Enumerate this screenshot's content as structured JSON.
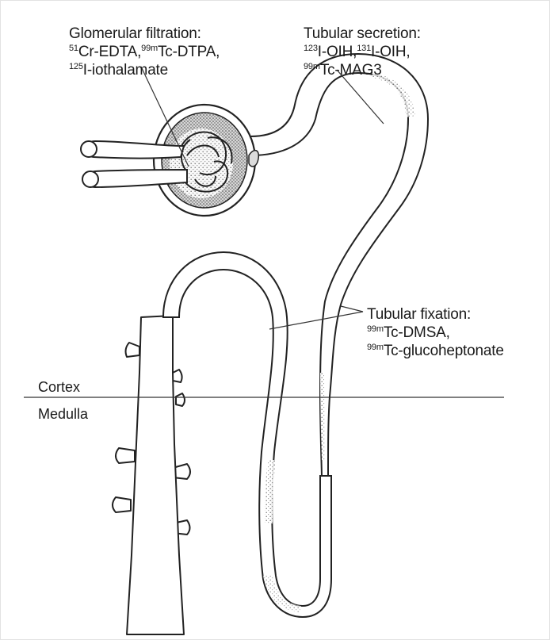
{
  "labels": {
    "glomerular": {
      "title": "Glomerular filtration:",
      "line2": [
        {
          "sup": "51",
          "text": "Cr-EDTA,"
        },
        {
          "sup": "99m",
          "text": "Tc-DTPA,"
        }
      ],
      "line3": [
        {
          "sup": "125",
          "text": "I-iothalamate"
        }
      ]
    },
    "secretion": {
      "title": "Tubular secretion:",
      "line2": [
        {
          "sup": "123",
          "text": "I-OIH,"
        },
        {
          "sup": "131",
          "text": "I-OIH,"
        }
      ],
      "line3": [
        {
          "sup": "99m",
          "text": "Tc-MAG3"
        }
      ]
    },
    "fixation": {
      "title": "Tubular fixation:",
      "line2": [
        {
          "sup": "99m",
          "text": "Tc-DMSA,"
        }
      ],
      "line3": [
        {
          "sup": "99m",
          "text": "Tc-glucoheptonate"
        }
      ]
    }
  },
  "zones": {
    "cortex": "Cortex",
    "medulla": "Medulla"
  }
}
